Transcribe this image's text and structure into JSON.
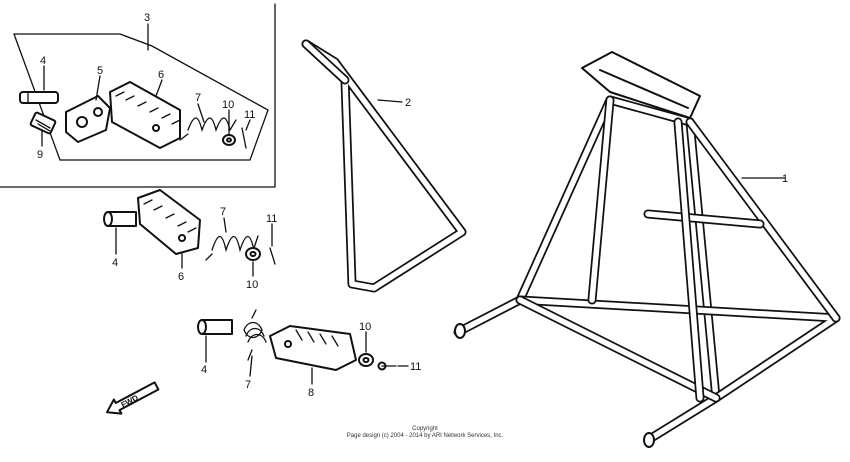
{
  "callouts": {
    "c1": "1",
    "c2": "2",
    "c3": "3",
    "c4_a": "4",
    "c4_b": "4",
    "c4_c": "4",
    "c5": "5",
    "c6_a": "6",
    "c6_b": "6",
    "c7_a": "7",
    "c7_b": "7",
    "c7_c": "7",
    "c8": "8",
    "c9": "9",
    "c10_a": "10",
    "c10_b": "10",
    "c10_c": "10",
    "c11_a": "11",
    "c11_b": "11",
    "c11_c": "11"
  },
  "direction_marker": "FWD",
  "copyright": {
    "line1": "Copyright",
    "line2": "Page design (c) 2004 - 2014 by ARI Network Services, Inc."
  }
}
